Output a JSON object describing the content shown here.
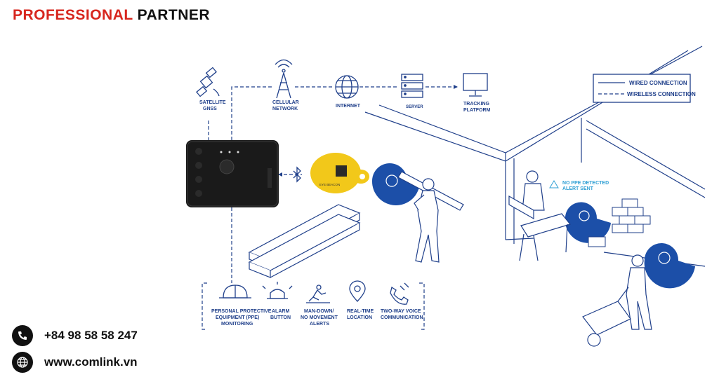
{
  "header": {
    "brand_red": "PROFESSIONAL",
    "brand_black": "PARTNER"
  },
  "contact": {
    "phone": "+84 98 58 58 247",
    "website": "www.comlink.vn"
  },
  "legend": {
    "wired": "WIRED CONNECTION",
    "wireless": "WIRELESS CONNECTION"
  },
  "top_nodes": {
    "satellite": [
      "SATELLITE",
      "GNSS"
    ],
    "cellular": [
      "CELLULAR",
      "NETWORK"
    ],
    "internet": "INTERNET",
    "server": "SERVER",
    "platform": [
      "TRACKING",
      "PLATFORM"
    ]
  },
  "features": {
    "ppe": [
      "PERSONAL PROTECTIVE",
      "EQUIPMENT (PPE)",
      "MONITORING"
    ],
    "alarm": [
      "ALARM",
      "BUTTON"
    ],
    "mandown": [
      "MAN-DOWN/",
      "NO MOVEMENT",
      "ALERTS"
    ],
    "location": [
      "REAL-TIME",
      "LOCATION"
    ],
    "voice": [
      "TWO-WAY VOICE",
      "COMMUNICATION"
    ]
  },
  "alert": [
    "NO PPE DETECTED",
    "ALERT SENT"
  ],
  "beacon_text": "EYE BEACON",
  "colors": {
    "accent_red": "#d7261e",
    "diagram_blue": "#1f3f8a",
    "beacon_yellow": "#f2c81a",
    "bubble_blue": "#1c4fa8"
  },
  "icons": [
    "phone-icon",
    "globe-icon",
    "satellite-icon",
    "cell-tower-icon",
    "internet-globe-icon",
    "server-icon",
    "monitor-icon",
    "hard-hat-icon",
    "alarm-icon",
    "man-down-icon",
    "location-pin-icon",
    "voice-call-icon",
    "bluetooth-icon"
  ]
}
